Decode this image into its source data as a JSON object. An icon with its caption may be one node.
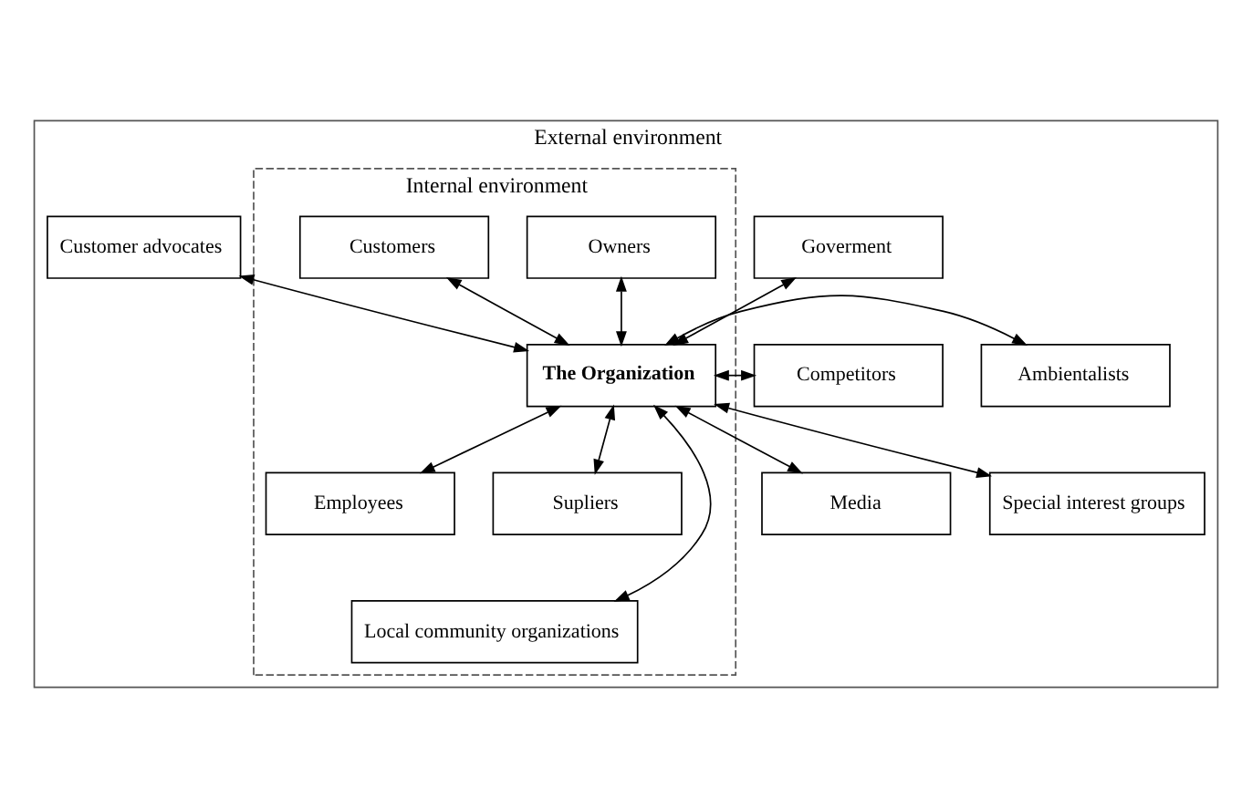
{
  "diagram": {
    "nodes": [
      {
        "text": [
          "External environment"
        ]
      },
      {
        "text": [
          "Internal environment"
        ],
        "in": 0
      },
      {
        "text": [
          "Goverment"
        ],
        "in": 0
      },
      {
        "text": [
          "Owners"
        ],
        "in": 1
      },
      {
        "text": [
          "Customers"
        ],
        "in": 1
      },
      {
        "text": [
          "Customer advocates"
        ],
        "in": 0
      },
      {
        "text": [
          "The Organization"
        ],
        "in": 1
      },
      {
        "text": [
          "Competitors"
        ],
        "in": 0
      },
      {
        "text": [
          "Ambientalists"
        ],
        "in": 0
      },
      {
        "text": [
          "Media"
        ],
        "in": 0
      },
      {
        "text": [
          "Employees"
        ],
        "in": 1
      },
      {
        "text": [
          "Supliers"
        ],
        "in": 1
      },
      {
        "text": [
          "Special interest groups"
        ],
        "in": 0
      },
      {
        "text": [
          "Local community organizations"
        ],
        "in": 1
      }
    ],
    "edges": [
      {
        "from": 6,
        "to": 2,
        "arrow": "both"
      },
      {
        "from": 6,
        "to": 3,
        "arrow": "both"
      },
      {
        "from": 6,
        "to": 4,
        "arrow": "both"
      },
      {
        "from": 6,
        "to": 5,
        "arrow": "both"
      },
      {
        "from": 6,
        "to": 7,
        "arrow": "both"
      },
      {
        "from": 6,
        "to": 8,
        "arrow": "both"
      },
      {
        "from": 6,
        "to": 9,
        "arrow": "both"
      },
      {
        "from": 6,
        "to": 10,
        "arrow": "both"
      },
      {
        "from": 6,
        "to": 11,
        "arrow": "both"
      },
      {
        "from": 6,
        "to": 12,
        "arrow": "both"
      },
      {
        "from": 6,
        "to": 13,
        "arrow": "both"
      }
    ]
  }
}
